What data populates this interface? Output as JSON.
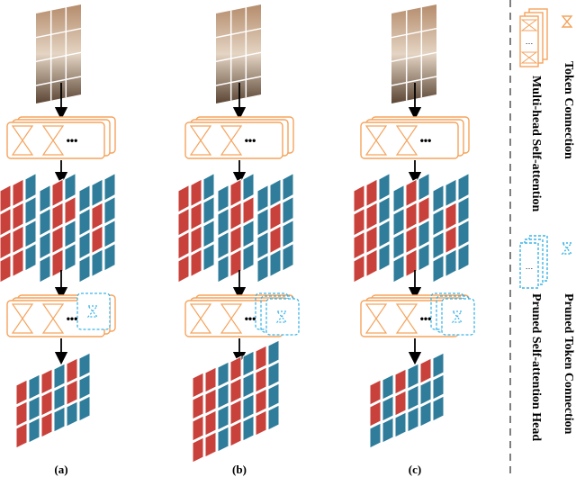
{
  "panels": [
    {
      "label": "(a)",
      "stage2_active": [
        0,
        1,
        2,
        3,
        4,
        5,
        6,
        7
      ],
      "pruned_heads": "single",
      "output": "sparse"
    },
    {
      "label": "(b)",
      "stage2_active": [
        0,
        1,
        2,
        3,
        4,
        5,
        6,
        7,
        8,
        9
      ],
      "pruned_heads": "multi",
      "output": "full"
    },
    {
      "label": "(c)",
      "stage2_active": [
        0,
        1,
        2,
        3,
        4
      ],
      "pruned_heads": "multi",
      "output": "sparse"
    }
  ],
  "legend": {
    "token_connection": "Token Connection",
    "multi_head_self_attention": "Multi-head Self-attention",
    "pruned_token_connection": "Pruned Token Connection",
    "pruned_self_attention_head": "Pruned Self-attention Head"
  },
  "colors": {
    "attention": "#f5a35c",
    "pruned": "#3bb3e6",
    "selected_token": "#c8413b",
    "unselected_token": "#2f7d9a",
    "arrow": "#000000",
    "divider": "#555555"
  }
}
